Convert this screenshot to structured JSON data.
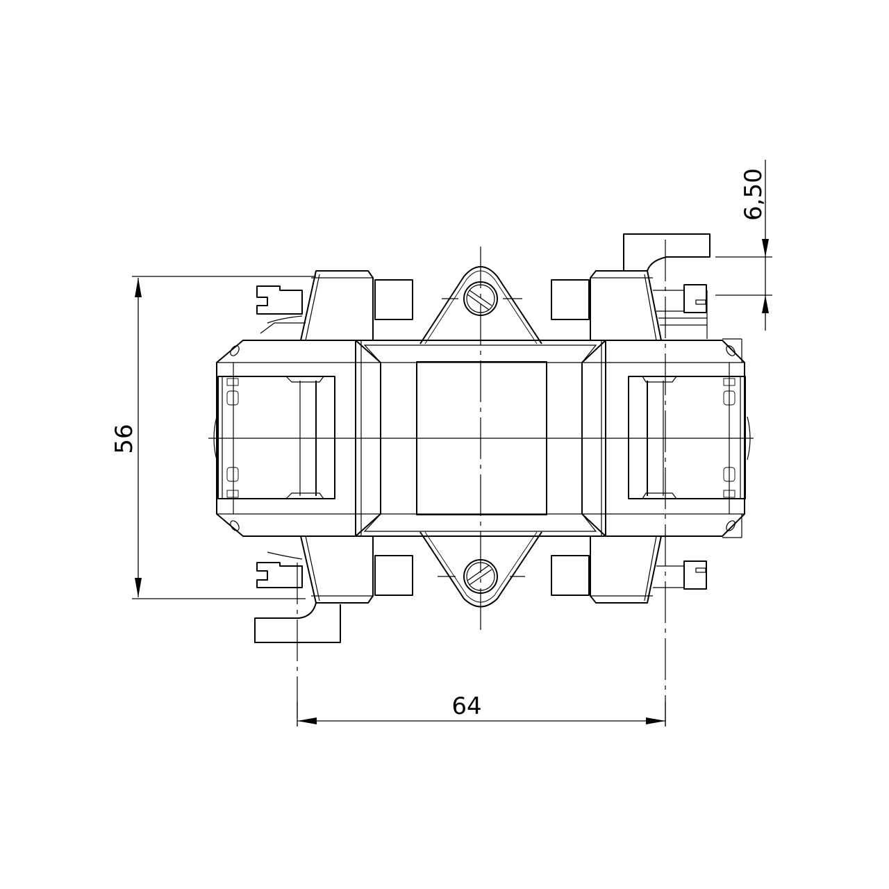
{
  "drawing": {
    "type": "technical-drawing",
    "view": "top view",
    "background": "#ffffff",
    "line_color": "#000000"
  },
  "dimensions": {
    "height": {
      "value": "56",
      "orientation": "vertical",
      "position": "left"
    },
    "width": {
      "value": "64",
      "orientation": "horizontal",
      "position": "bottom"
    },
    "offset": {
      "value": "6,50",
      "orientation": "vertical",
      "position": "top-right"
    }
  },
  "parts": {
    "center_window": "central window",
    "left_clamp": "left clamp",
    "right_clamp": "right clamp",
    "top_mount": "top mounting lug with screw",
    "bottom_mount": "bottom mounting lug with screw",
    "terminals": [
      "top-left terminal",
      "top-right terminal",
      "bottom-left terminal",
      "bottom-right terminal"
    ]
  }
}
